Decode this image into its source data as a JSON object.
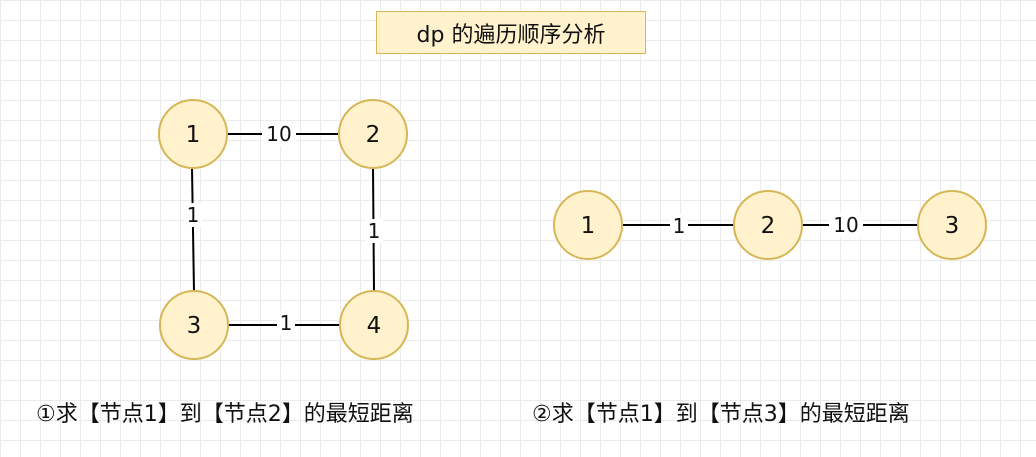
{
  "title": "dp 的遍历顺序分析",
  "graph1": {
    "nodes": [
      {
        "id": "1",
        "label": "1"
      },
      {
        "id": "2",
        "label": "2"
      },
      {
        "id": "3",
        "label": "3"
      },
      {
        "id": "4",
        "label": "4"
      }
    ],
    "edges": [
      {
        "from": "1",
        "to": "2",
        "weight": "10"
      },
      {
        "from": "1",
        "to": "3",
        "weight": "1"
      },
      {
        "from": "2",
        "to": "4",
        "weight": "1"
      },
      {
        "from": "3",
        "to": "4",
        "weight": "1"
      }
    ],
    "caption": "①求【节点1】到【节点2】的最短距离"
  },
  "graph2": {
    "nodes": [
      {
        "id": "1",
        "label": "1"
      },
      {
        "id": "2",
        "label": "2"
      },
      {
        "id": "3",
        "label": "3"
      }
    ],
    "edges": [
      {
        "from": "1",
        "to": "2",
        "weight": "1"
      },
      {
        "from": "2",
        "to": "3",
        "weight": "10"
      }
    ],
    "caption": "②求【节点1】到【节点3】的最短距离"
  },
  "colors": {
    "node_fill": "#fff2cc",
    "node_stroke": "#d6b656",
    "edge": "#000000"
  }
}
